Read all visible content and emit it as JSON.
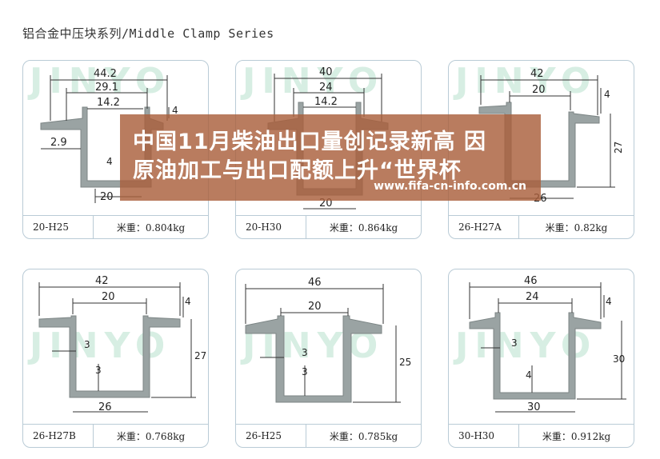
{
  "page": {
    "title": "铝合金中压块系列/Middle Clamp Series"
  },
  "watermark": {
    "brand": "JINYO"
  },
  "colors": {
    "profile": "#9aa3a3",
    "dim_line": "#333333",
    "card_border": "#b9cbd6",
    "watermark": "#d7eee3",
    "overlay": "#aa5f3c"
  },
  "overlay": {
    "headline_line1": "中国11月柴油出口量创记录新高 因",
    "headline_line2": "原油加工与出口配额上升“世界杯",
    "url": "www.fifa-cn-info.com.cn"
  },
  "products": [
    {
      "code": "20-H25",
      "weight": "米重：0.804kg",
      "dims": [
        "44.2",
        "29.1",
        "14.2",
        "4",
        "2.9",
        "4",
        "20"
      ]
    },
    {
      "code": "20-H30",
      "weight": "米重：0.864kg",
      "dims": [
        "40",
        "24",
        "14.2",
        "20"
      ]
    },
    {
      "code": "26-H27A",
      "weight": "米重：0.82kg",
      "dims": [
        "42",
        "20",
        "4",
        "27",
        "26"
      ]
    },
    {
      "code": "26-H27B",
      "weight": "米重：0.768kg",
      "dims": [
        "42",
        "20",
        "4",
        "3",
        "3",
        "27",
        "26"
      ]
    },
    {
      "code": "26-H25",
      "weight": "米重：0.785kg",
      "dims": [
        "46",
        "20",
        "3",
        "3",
        "25"
      ]
    },
    {
      "code": "30-H30",
      "weight": "米重：0.912kg",
      "dims": [
        "46",
        "24",
        "4",
        "3",
        "4",
        "30",
        "30"
      ]
    }
  ]
}
